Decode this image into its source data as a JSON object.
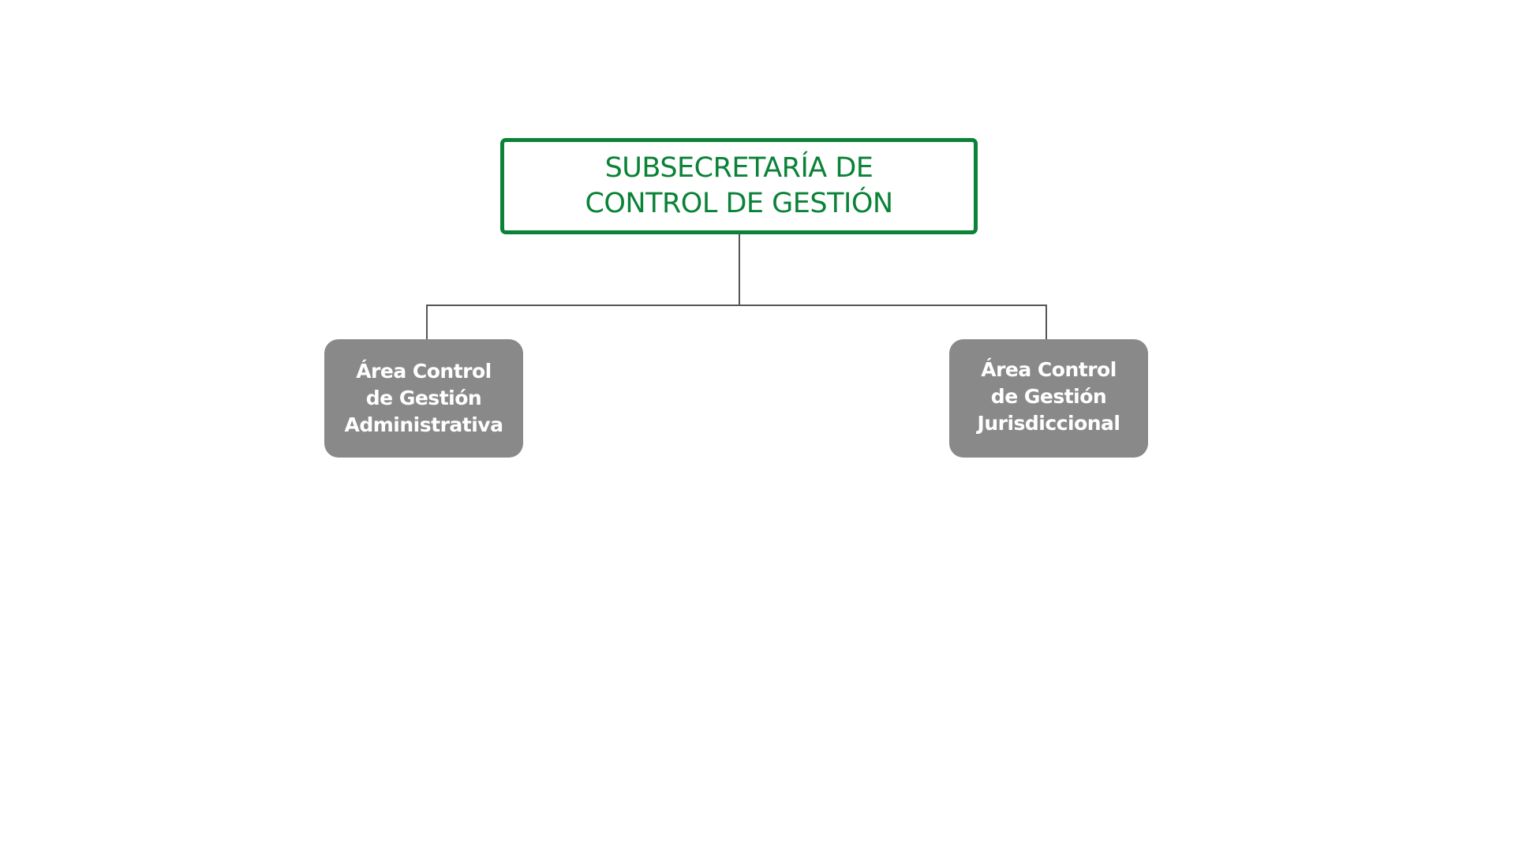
{
  "org_chart": {
    "root": {
      "lines": [
        "SUBSECRETARÍA DE",
        "CONTROL DE GESTIÓN"
      ],
      "border_color": "#0a8237",
      "text_color": "#0a8237"
    },
    "children": [
      {
        "lines": [
          "Área Control",
          "de Gestión",
          "Administrativa"
        ],
        "fill_color": "#898989",
        "text_color": "#ffffff"
      },
      {
        "lines": [
          "Área Control",
          "de Gestión",
          "Jurisdiccional"
        ],
        "fill_color": "#898989",
        "text_color": "#ffffff"
      }
    ],
    "connector_color": "#555555"
  }
}
